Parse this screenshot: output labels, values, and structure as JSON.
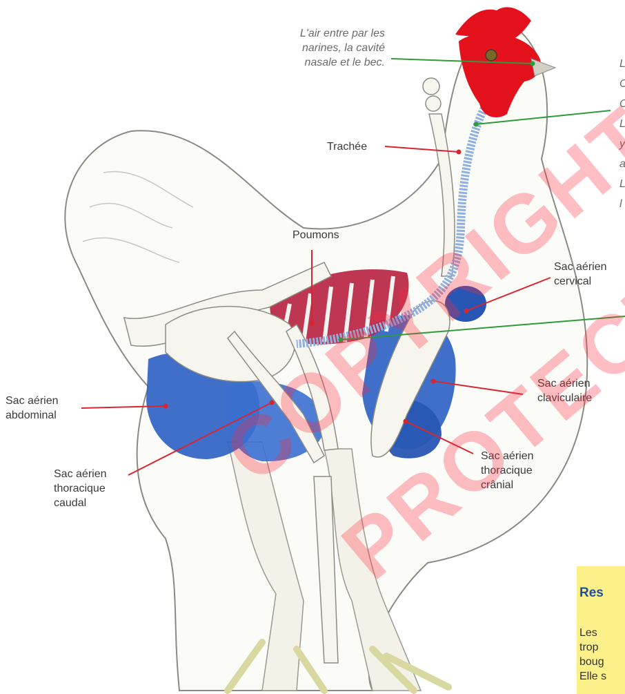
{
  "labels": {
    "air_entry": [
      "L'air entre par les",
      "narines, la cavité",
      "nasale et le bec."
    ],
    "trachee": "Trachée",
    "poumons": "Poumons",
    "sac_cervical": [
      "Sac aérien",
      "cervical"
    ],
    "sac_claviculaire": [
      "Sac aérien",
      "claviculaire"
    ],
    "sac_abdominal": [
      "Sac aérien",
      "abdominal"
    ],
    "sac_thoracique_caudal": [
      "Sac aérien",
      "thoracique",
      "caudal"
    ],
    "sac_thoracique_cranial": [
      "Sac aérien",
      "thoracique",
      "crânial"
    ],
    "right_partial": [
      "L",
      "C",
      "C",
      "L",
      "y",
      "a",
      "L",
      "l"
    ]
  },
  "box": {
    "title": "Res",
    "lines": [
      "Les",
      "trop",
      "boug",
      "Elle s"
    ]
  },
  "watermark": [
    "COPYRIGHT",
    "PROTECTED"
  ],
  "colors": {
    "red_line": "#d9252f",
    "green_line": "#2f9a3a",
    "air_sac_blue": "#2f63c4",
    "lung_red": "#b8203f",
    "comb_red": "#e3111c",
    "box_yellow": "#fbf08a",
    "box_title_blue": "#1f4fa0"
  }
}
